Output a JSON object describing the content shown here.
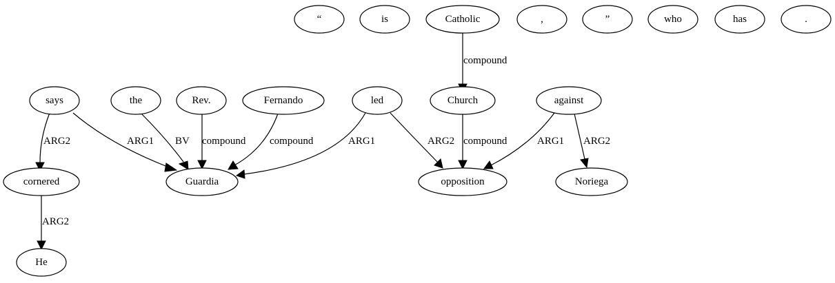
{
  "graph": {
    "nodes": [
      {
        "id": "quote_open",
        "label": "“"
      },
      {
        "id": "is",
        "label": "is"
      },
      {
        "id": "catholic",
        "label": "Catholic"
      },
      {
        "id": "comma",
        "label": ","
      },
      {
        "id": "quote_close",
        "label": "”"
      },
      {
        "id": "who",
        "label": "who"
      },
      {
        "id": "has",
        "label": "has"
      },
      {
        "id": "period",
        "label": "."
      },
      {
        "id": "says",
        "label": "says"
      },
      {
        "id": "the",
        "label": "the"
      },
      {
        "id": "rev",
        "label": "Rev."
      },
      {
        "id": "fernando",
        "label": "Fernando"
      },
      {
        "id": "led",
        "label": "led"
      },
      {
        "id": "church",
        "label": "Church"
      },
      {
        "id": "against",
        "label": "against"
      },
      {
        "id": "cornered",
        "label": "cornered"
      },
      {
        "id": "guardia",
        "label": "Guardia"
      },
      {
        "id": "opposition",
        "label": "opposition"
      },
      {
        "id": "noriega",
        "label": "Noriega"
      },
      {
        "id": "he",
        "label": "He"
      }
    ],
    "edges": [
      {
        "from": "catholic",
        "to": "church",
        "label": "compound"
      },
      {
        "from": "says",
        "to": "cornered",
        "label": "ARG2"
      },
      {
        "from": "says",
        "to": "guardia",
        "label": "ARG1"
      },
      {
        "from": "the",
        "to": "guardia",
        "label": "BV"
      },
      {
        "from": "rev",
        "to": "guardia",
        "label": "compound"
      },
      {
        "from": "fernando",
        "to": "guardia",
        "label": "compound"
      },
      {
        "from": "led",
        "to": "guardia",
        "label": "ARG1"
      },
      {
        "from": "led",
        "to": "opposition",
        "label": "ARG2"
      },
      {
        "from": "church",
        "to": "opposition",
        "label": "compound"
      },
      {
        "from": "against",
        "to": "opposition",
        "label": "ARG1"
      },
      {
        "from": "against",
        "to": "noriega",
        "label": "ARG2"
      },
      {
        "from": "cornered",
        "to": "he",
        "label": "ARG2"
      }
    ]
  }
}
